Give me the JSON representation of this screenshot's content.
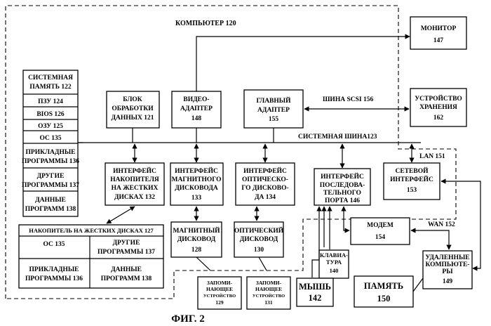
{
  "computer_label": "КОМПЬЮТЕР 120",
  "sysmem": {
    "title": [
      "СИСТЕМНАЯ",
      "ПАМЯТЬ 122"
    ],
    "rom": "ПЗУ 124",
    "bios": "BIOS 126",
    "ram": "ОЗУ 125",
    "os": "ОС 135",
    "apps": [
      "ПРИКЛАДНЫЕ",
      "ПРОГРАММЫ 136"
    ],
    "other": [
      "ДРУГИЕ",
      "ПРОГРАММЫ 137"
    ],
    "data": [
      "ДАННЫЕ",
      "ПРОГРАММ 138"
    ]
  },
  "cpu": [
    "БЛОК",
    "ОБРАБОТКИ",
    "ДАННЫХ 121"
  ],
  "video": [
    "ВИДЕО-",
    "АДАПТЕР",
    "148"
  ],
  "host_adapter": [
    "ГЛАВНЫЙ",
    "АДАПТЕР",
    "155"
  ],
  "scsi_bus": "ШИНА SCSI 156",
  "monitor": [
    "МОНИТОР",
    "147"
  ],
  "storage": [
    "УСТРОЙСТВО",
    "ХРАНЕНИЯ",
    "162"
  ],
  "system_bus": "СИСТЕМНАЯ ШИНА123",
  "lan": "LAN 151",
  "hdd_if": [
    "ИНТЕРФЕЙС",
    "НАКОПИТЕЛЯ",
    "НА ЖЕСТКИХ",
    "ДИСКАХ 132"
  ],
  "mag_if": [
    "ИНТЕРФЕЙС",
    "МАГНИТНОГО",
    "ДИСКОВОДА",
    "133"
  ],
  "opt_if": [
    "ИНТЕРФЕЙС",
    "ОПТИЧЕСКО-",
    "ГО ДИСКОВО-",
    "ДА 134"
  ],
  "serial_if": [
    "ИНТЕРФЕЙС",
    "ПОСЛЕДОВА-",
    "ТЕЛЬНОГО",
    "ПОРТА 146"
  ],
  "net_if": [
    "СЕТЕВОЙ",
    "ИНТЕРФЕЙС",
    "153"
  ],
  "hdd": {
    "title": "НАКОПИТЕЛЬ НА ЖЕСТКИХ ДИСКАХ 127",
    "os": "ОС 135",
    "other": [
      "ДРУГИЕ",
      "ПРОГРАММЫ 137"
    ],
    "apps": [
      "ПРИКЛАДНЫЕ",
      "ПРОГРАММЫ 136"
    ],
    "data": [
      "ДАННЫЕ",
      "ПРОГРАММ 138"
    ]
  },
  "mag_drive": [
    "МАГНИТНЫЙ",
    "ДИСКОВОД",
    "128"
  ],
  "opt_drive": [
    "ОПТИЧЕСКИЙ",
    "ДИСКОВОД",
    "130"
  ],
  "modem": [
    "МОДЕМ",
    "154"
  ],
  "wan": "WAN 152",
  "keyboard": [
    "КЛАВИА-",
    "ТУРА",
    "140"
  ],
  "mouse": [
    "МЫШЬ",
    "142"
  ],
  "memory": [
    "ПАМЯТЬ",
    "150"
  ],
  "remote": [
    "УДАЛЕННЫЕ",
    "КОМПЬЮТЕ-",
    "РЫ",
    "149"
  ],
  "store129": [
    "ЗАПОМИ-",
    "НАЮЩЕЕ",
    "УСТРОЙСТВО",
    "129"
  ],
  "store131": [
    "ЗАПОМИ-",
    "НАЮЩЕЕ",
    "УСТРОЙСТВО",
    "131"
  ],
  "figure": "ФИГ. 2"
}
